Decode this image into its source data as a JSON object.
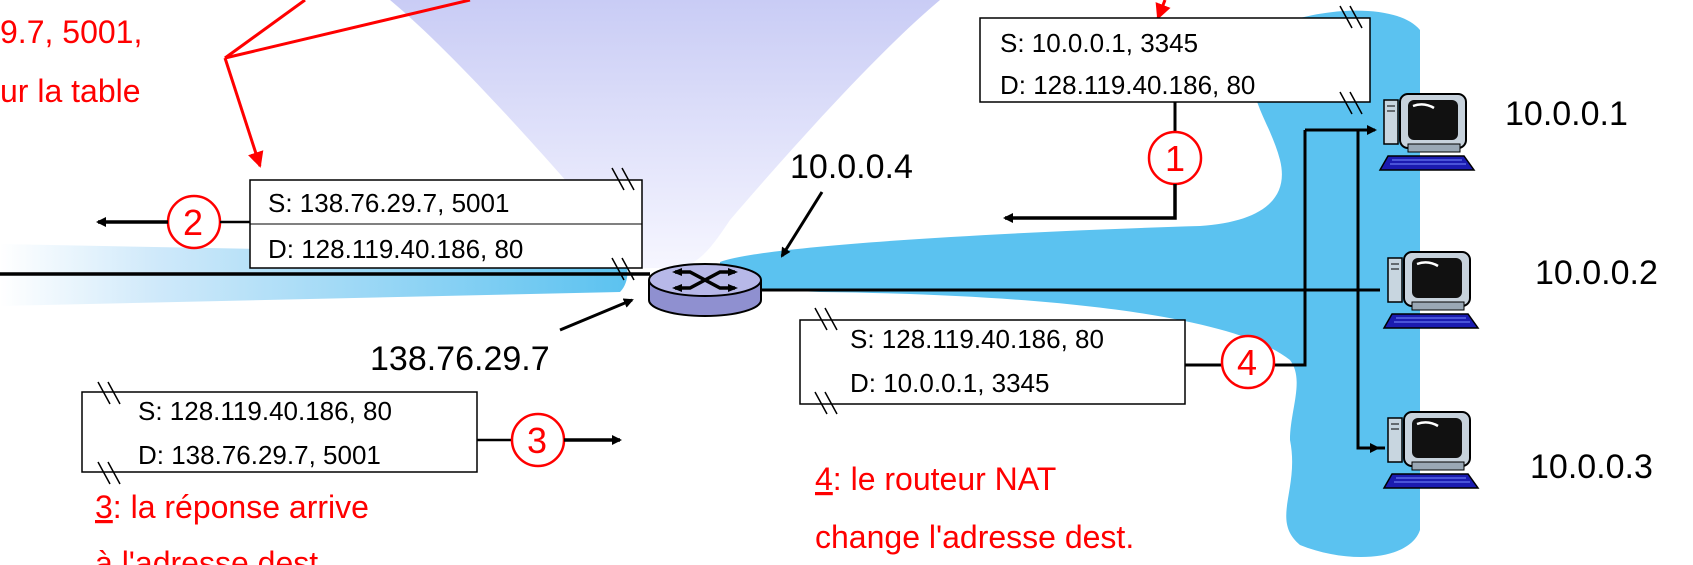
{
  "colors": {
    "network_blue": "#5bc2f0",
    "sky_lavender": "#c9ccf5",
    "annotation_red": "#ff0000",
    "line_black": "#000000",
    "router_fill": "#b7b8e8"
  },
  "router": {
    "icon": "nat-router-icon",
    "label": "10.0.0.4"
  },
  "public_address_label": "138.76.29.7",
  "top_annotation": {
    "line1": "9.7, 5001,",
    "line2": "ur la table"
  },
  "hosts": [
    {
      "label": "10.0.0.1",
      "icon": "computer-icon"
    },
    {
      "label": "10.0.0.2",
      "icon": "computer-icon"
    },
    {
      "label": "10.0.0.3",
      "icon": "computer-icon"
    }
  ],
  "packets": {
    "p1": {
      "step": "1",
      "src": "S: 10.0.0.1, 3345",
      "dst": "D: 128.119.40.186, 80"
    },
    "p2": {
      "step": "2",
      "src": "S: 138.76.29.7, 5001",
      "dst": "D: 128.119.40.186, 80"
    },
    "p3": {
      "step": "3",
      "src": "S: 128.119.40.186, 80",
      "dst": "D: 138.76.29.7, 5001"
    },
    "p4": {
      "step": "4",
      "src": "S: 128.119.40.186, 80",
      "dst": "D: 10.0.0.1, 3345"
    }
  },
  "notes": {
    "n3_num": "3",
    "n3_line1": ": la réponse arrive",
    "n3_line2": "à l'adresse dest.",
    "n4_num": "4",
    "n4_line1": ": le routeur NAT",
    "n4_line2": "change l'adresse dest."
  }
}
